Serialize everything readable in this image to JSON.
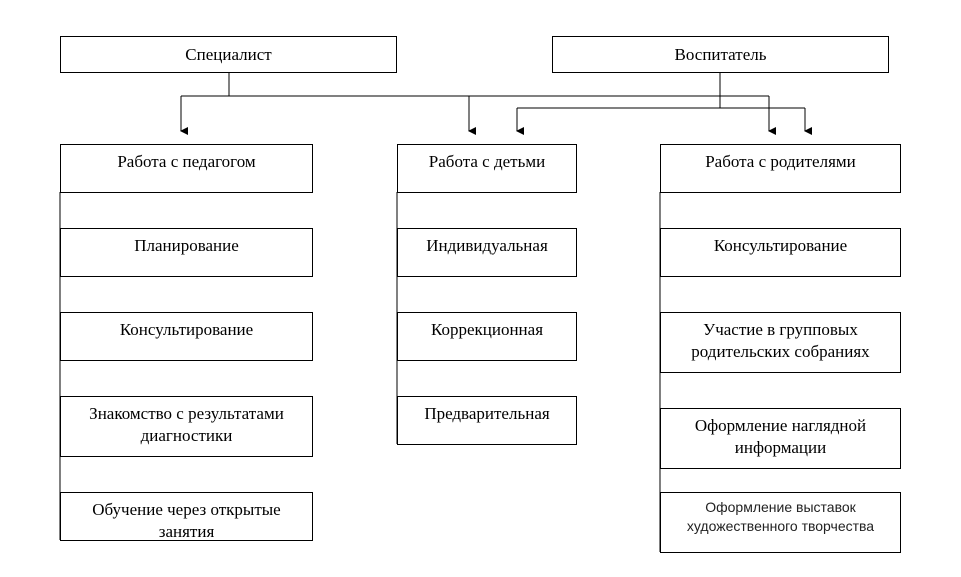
{
  "roles": {
    "specialist": "Специалист",
    "educator": "Воспитатель"
  },
  "columns": {
    "teacher": {
      "header": "Работа с педагогом",
      "items": [
        "Планирование",
        "Консультирование",
        "Знакомство с результатами диагностики",
        "Обучение через открытые занятия"
      ]
    },
    "children": {
      "header": "Работа с детьми",
      "items": [
        "Индивидуальная",
        "Коррекционная",
        "Предварительная"
      ]
    },
    "parents": {
      "header": "Работа с родителями",
      "items": [
        "Консультирование",
        "Участие в групповых родительских собраниях",
        "Оформление наглядной информации",
        "Оформление выставок художественного творчества"
      ]
    }
  }
}
